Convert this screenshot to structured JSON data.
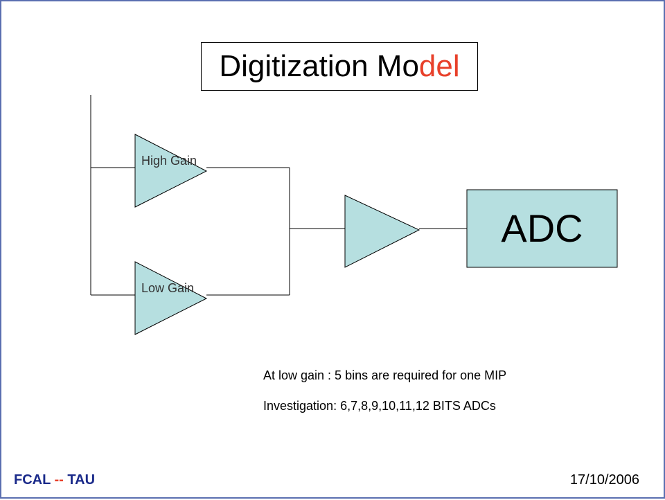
{
  "title": {
    "prefix": "Digitization Mo",
    "accent": "del"
  },
  "diagram": {
    "high_gain_label": "High Gain",
    "low_gain_label": "Low Gain",
    "adc_label": "ADC",
    "fill_color": "#b6dfe0"
  },
  "notes": [
    "At low gain : 5 bins are required for one MIP",
    "Investigation: 6,7,8,9,10,11,12 BITS ADCs"
  ],
  "footer": {
    "brand": "FCAL",
    "separator": " -- ",
    "org": "TAU",
    "date": "17/10/2006"
  },
  "colors": {
    "accent": "#e8402a",
    "brand": "#1a2a8a",
    "border": "#5a6fb0"
  }
}
